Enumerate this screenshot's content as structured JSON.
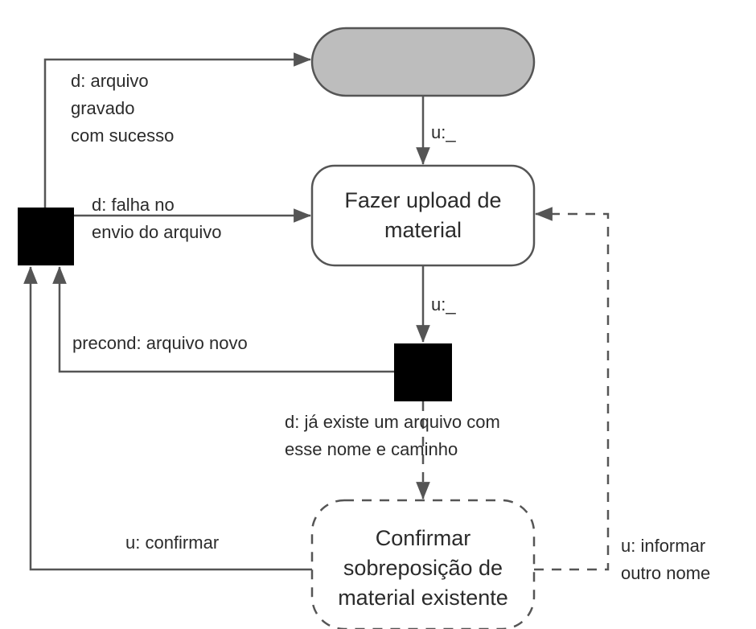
{
  "nodes": {
    "start": {
      "label": ""
    },
    "upload": {
      "label": "Fazer upload de\nmaterial"
    },
    "confirm": {
      "label": "Confirmar\nsobreposição de\nmaterial existente"
    }
  },
  "edges": {
    "success": "d: arquivo\ngravado\ncom sucesso",
    "start_to_upload": "u:_",
    "failure": "d: falha no\nenvio do arquivo",
    "upload_to_decision": "u:_",
    "new_file": "precond: arquivo novo",
    "exists": "d: já existe um arquivo com\nesse nome e caminho",
    "confirm": "u: confirmar",
    "other_name": "u: informar\noutro nome"
  },
  "colors": {
    "line": "#555555",
    "start_fill": "#bdbdbd",
    "decision_fill": "#000000"
  }
}
